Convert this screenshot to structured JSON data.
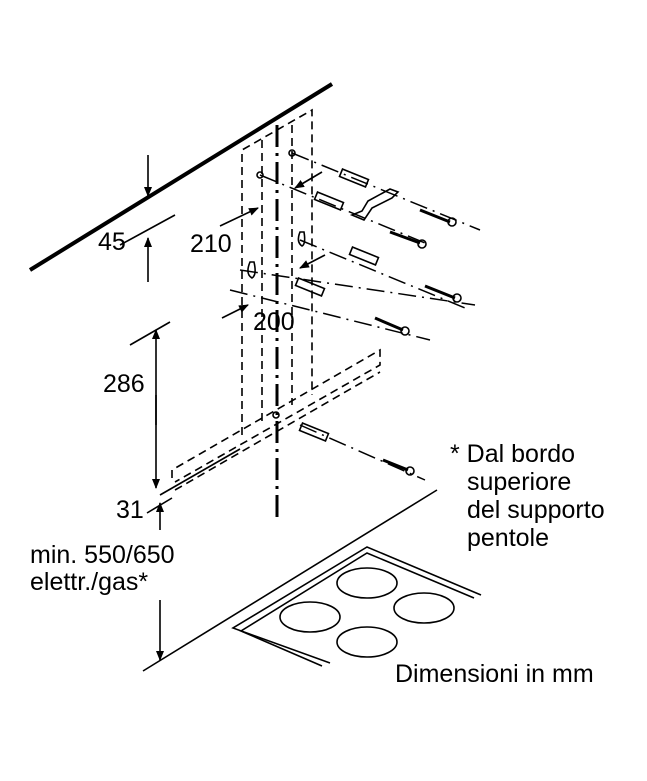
{
  "dimensions": {
    "top_offset": "45",
    "bracket_spacing": "210",
    "chimney_width": "200",
    "hood_height": "286",
    "hood_bottom": "31",
    "min_height_line1": "min. 550/650",
    "min_height_line2": "elettr./gas*"
  },
  "footnote": [
    "* Dal bordo",
    "superiore",
    "del supporto",
    "pentole"
  ],
  "units_note": "Dimensioni in mm"
}
